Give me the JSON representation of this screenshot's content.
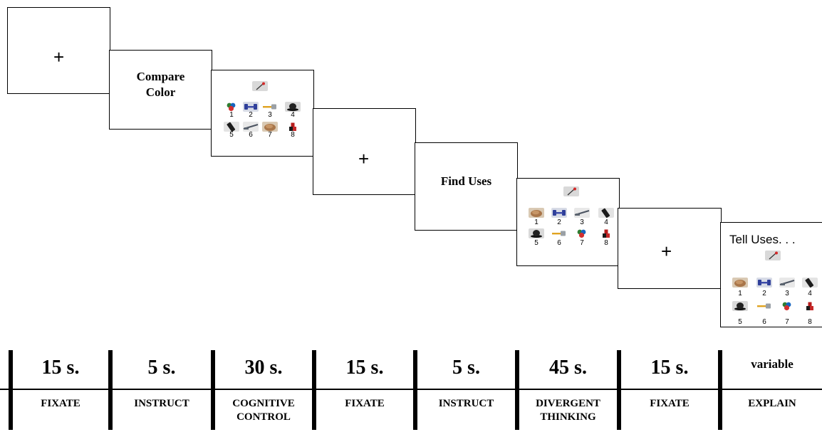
{
  "screens": {
    "fix1": "+",
    "instruct1": [
      "Compare",
      "Color"
    ],
    "fix2": "+",
    "instruct2": "Find Uses",
    "fix3": "+",
    "tell": "Tell Uses. . ."
  },
  "grids": {
    "compare": {
      "icons_row1": [
        "balls",
        "dumbbell",
        "spatula",
        "hat"
      ],
      "icons_row2": [
        "phone",
        "rifle",
        "bread",
        "blocks"
      ],
      "labels_row1": [
        "1",
        "2",
        "3",
        "4"
      ],
      "labels_row2": [
        "5",
        "6",
        "7",
        "8"
      ]
    },
    "find": {
      "icons_row1": [
        "bread",
        "dumbbell",
        "rifle",
        "phone"
      ],
      "icons_row2": [
        "hat",
        "spatula",
        "balls",
        "blocks"
      ],
      "labels_row1": [
        "1",
        "2",
        "3",
        "4"
      ],
      "labels_row2": [
        "5",
        "6",
        "7",
        "8"
      ]
    },
    "tell": {
      "icons_row1": [
        "bread",
        "dumbbell",
        "rifle",
        "phone"
      ],
      "icons_row2": [
        "hat",
        "spatula",
        "balls",
        "blocks"
      ],
      "labels_row1": [
        "1",
        "2",
        "3",
        "4"
      ],
      "labels_row2": [
        "5",
        "6",
        "7",
        "8"
      ]
    }
  },
  "timeline": [
    {
      "duration": "15 s.",
      "phase": [
        "FIXATE"
      ]
    },
    {
      "duration": "5 s.",
      "phase": [
        "INSTRUCT"
      ]
    },
    {
      "duration": "30 s.",
      "phase": [
        "COGNITIVE",
        "CONTROL"
      ]
    },
    {
      "duration": "15 s.",
      "phase": [
        "FIXATE"
      ]
    },
    {
      "duration": "5 s.",
      "phase": [
        "INSTRUCT"
      ]
    },
    {
      "duration": "45 s.",
      "phase": [
        "DIVERGENT",
        "THINKING"
      ]
    },
    {
      "duration": "15 s.",
      "phase": [
        "FIXATE"
      ]
    },
    {
      "duration": "variable",
      "phase": [
        "EXPLAIN"
      ]
    }
  ]
}
